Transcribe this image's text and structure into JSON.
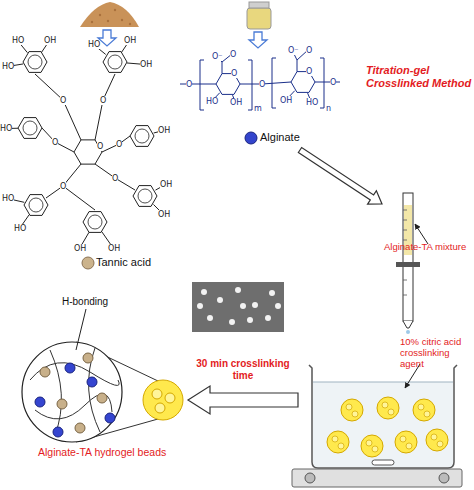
{
  "diagram": {
    "nodes": [
      {
        "text": [
          "Tannic acid"
        ]
      },
      {
        "text": [
          "Alginate"
        ]
      },
      {
        "text": [
          "Alginate-TA mixture"
        ]
      },
      {
        "text": [
          "10% citric acid crosslinking agent"
        ]
      },
      {
        "text": [
          "Alginate-TA hydrogel beads"
        ]
      }
    ],
    "edges": [
      {
        "from": 1,
        "to": 2,
        "arrow": "to"
      },
      {
        "from": 3,
        "to": 4,
        "arrow": "to",
        "label": "30 min crosslinking time"
      }
    ],
    "labels": [
      "Titration-gel Crosslinked Method",
      "H-bonding",
      "HO",
      "OH",
      "HO",
      "HO",
      "OH",
      "OH",
      "HO",
      "OH",
      "HO",
      "HO",
      "OH",
      "OH",
      "OH",
      "OH",
      "O",
      "O",
      "O",
      "O",
      "O",
      "O",
      "O",
      "O",
      "HO",
      "OH",
      "O⁻",
      "O",
      "O",
      "O",
      "O",
      "OH",
      "HO",
      "O⁻",
      "O",
      "m",
      "n",
      "O"
    ]
  }
}
